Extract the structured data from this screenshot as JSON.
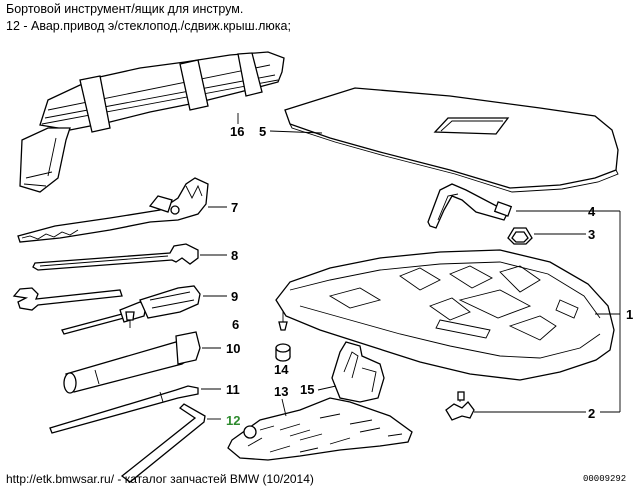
{
  "header": {
    "title": "Бортовой инструмент/ящик для инструм.",
    "subtitle": "12 - Авар.привод э/стеклопод./сдвиж.крыш.люка;"
  },
  "footer": {
    "source": "http://etk.bmwsar.ru/ - каталог запчастей BMW (10/2014)",
    "doc_number": "00009292"
  },
  "callouts": {
    "c1": "1",
    "c2": "2",
    "c3": "3",
    "c4": "4",
    "c5": "5",
    "c6": "6",
    "c7": "7",
    "c8": "8",
    "c9": "9",
    "c10": "10",
    "c11": "11",
    "c12": "12",
    "c13": "13",
    "c14": "14",
    "c15": "15",
    "c16": "16"
  },
  "colors": {
    "highlight_callout": "#2e8b2e",
    "line": "#000000"
  }
}
